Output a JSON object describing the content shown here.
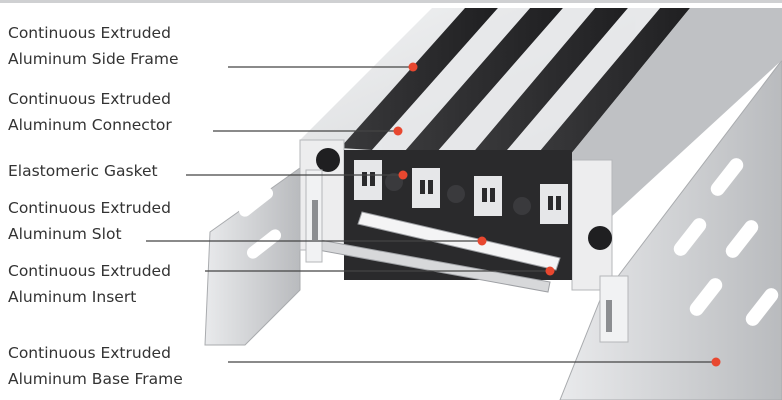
{
  "callouts": [
    {
      "id": "side-frame",
      "lines": [
        "Continuous Extruded",
        "Aluminum Side Frame"
      ]
    },
    {
      "id": "connector",
      "lines": [
        "Continuous Extruded",
        "Aluminum Connector"
      ]
    },
    {
      "id": "gasket",
      "lines": [
        "Elastomeric Gasket"
      ]
    },
    {
      "id": "slot",
      "lines": [
        "Continuous Extruded",
        "Aluminum Slot"
      ]
    },
    {
      "id": "insert",
      "lines": [
        "Continuous Extruded",
        "Aluminum Insert"
      ]
    },
    {
      "id": "base-frame",
      "lines": [
        "Continuous Extruded",
        "Aluminum Base Frame"
      ]
    }
  ],
  "colors": {
    "text": "#333333",
    "leader": "#444444",
    "dot": "#e8472f",
    "aluminum_light": "#e4e5e7",
    "aluminum_mid": "#c9cacd",
    "aluminum_dark": "#9ea0a4",
    "gasket": "#2b2b2d"
  }
}
